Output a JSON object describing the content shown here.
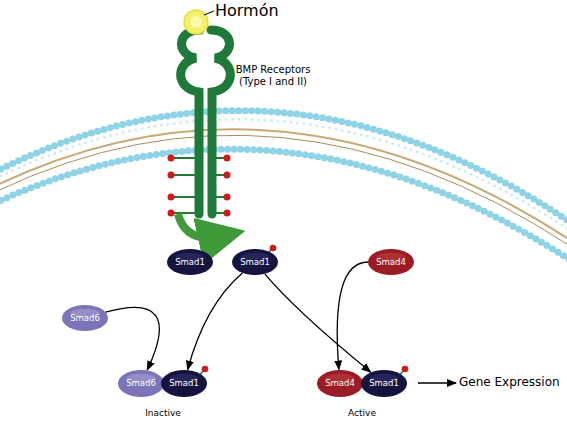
{
  "diagram": {
    "nodes": [
      {
        "text": [
          "Smad1"
        ]
      },
      {
        "text": [
          "Smad1"
        ]
      },
      {
        "text": [
          "Smad4"
        ]
      },
      {
        "text": [
          "Smad6"
        ]
      },
      {
        "text": [
          "Smad6"
        ]
      },
      {
        "text": [
          "Smad1"
        ]
      },
      {
        "text": [
          "Smad4"
        ]
      },
      {
        "text": [
          "Smad1"
        ]
      }
    ],
    "edges": [
      {
        "from": 1,
        "to": 5,
        "arrow": "to"
      },
      {
        "from": 1,
        "to": 7,
        "arrow": "to"
      },
      {
        "from": 3,
        "to": 4,
        "arrow": "to"
      },
      {
        "from": 2,
        "to": 6,
        "arrow": "to"
      }
    ],
    "labels": [
      "Hormón",
      "BMP Receptors (Type I and II)",
      "Inactive",
      "Active",
      "Gene Expression"
    ]
  }
}
